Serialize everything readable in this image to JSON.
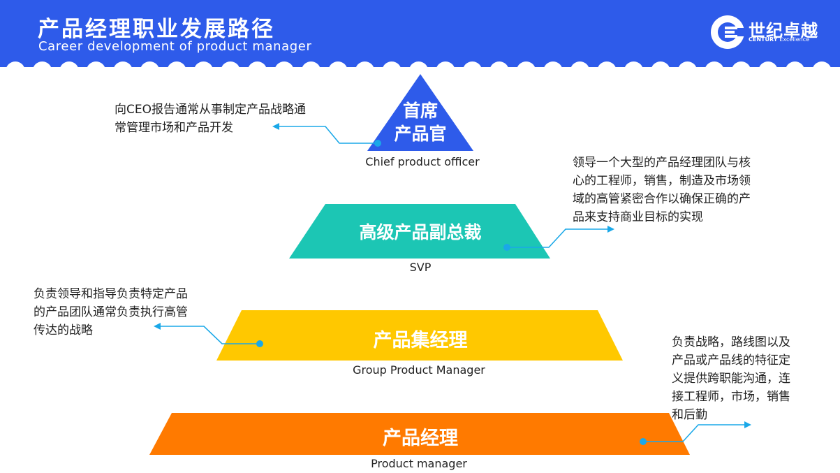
{
  "header": {
    "title_cn": "产品经理职业发展路径",
    "title_en": "Career development of product manager",
    "brand_color": "#2E5BEA"
  },
  "logo": {
    "name_cn": "世纪卓越",
    "name_en_bold": "CENTURY",
    "name_en_light": "Excellence"
  },
  "tiers": [
    {
      "label": "首席\n产品官",
      "label_line1": "首席",
      "label_line2": "产品官",
      "en": "Chief product officer",
      "color": "#2E5BEA",
      "desc": "向CEO报告通常从事制定产品战略通常管理市场和产品开发",
      "desc_lines": [
        "向CEO报告通常从事制定产品战略通",
        "常管理市场和产品开发"
      ]
    },
    {
      "label": "高级产品副总裁",
      "en": "SVP",
      "color": "#1CC6B4",
      "desc": "领导一个大型的产品经理团队与核心的工程师，销售，制造及市场领域的高管紧密合作以确保正确的产品来支持商业目标的实现",
      "desc_lines": [
        "领导一个大型的产品经理团队与核",
        "心的工程师，销售，制造及市场领",
        "域的高管紧密合作以确保正确的产",
        "品来支持商业目标的实现"
      ]
    },
    {
      "label": "产品集经理",
      "en": "Group Product Manager",
      "color": "#FFC800",
      "desc": "负责领导和指导负责特定产品的产品团队通常负责执行高管传达的战略",
      "desc_lines": [
        "负责领导和指导负责特定产品",
        "的产品团队通常负责执行高管",
        "传达的战略"
      ]
    },
    {
      "label": "产品经理",
      "en": "Product manager",
      "color": "#FF7A00",
      "desc": "负责战略，路线图以及产品或产品线的特征定义提供跨职能沟通，连接工程师，市场，销售和后勤",
      "desc_lines": [
        "负责战略，路线图以及",
        "产品或产品线的特征定",
        "义提供跨职能沟通，连",
        "接工程师，市场，销售",
        "和后勤"
      ]
    }
  ],
  "connector_color": "#1AA8E8"
}
